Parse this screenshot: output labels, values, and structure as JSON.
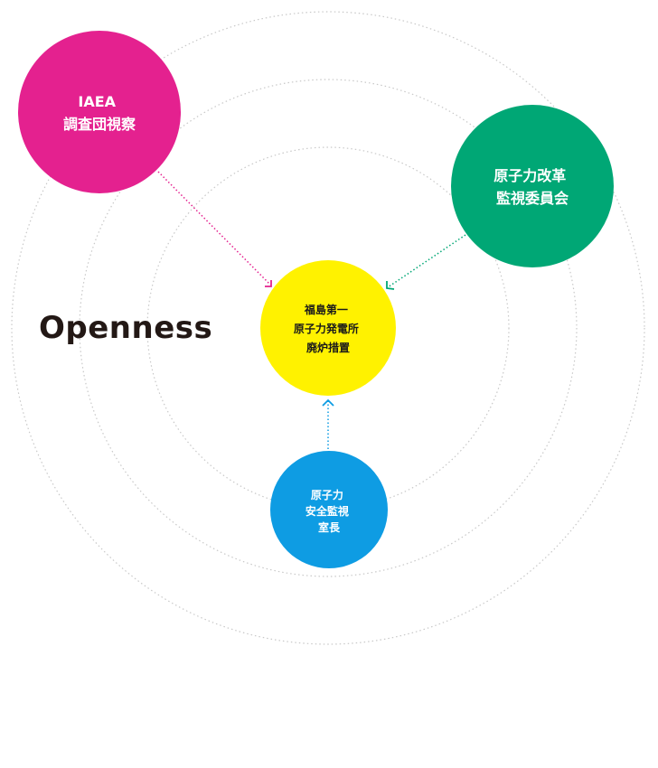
{
  "title": "Openness",
  "center": {
    "lines": [
      "福島第一",
      "原子力発電所",
      "廃炉措置"
    ],
    "color": "#fff200"
  },
  "nodes": [
    {
      "id": "iaea",
      "lines": [
        "IAEA",
        "調査団視察"
      ],
      "color": "#e4218f"
    },
    {
      "id": "reform",
      "lines": [
        "原子力改革",
        "監視委員会"
      ],
      "color": "#00a775"
    },
    {
      "id": "safety",
      "lines": [
        "原子力",
        "安全監視",
        "室長"
      ],
      "color": "#0e9ce3"
    }
  ],
  "colors": {
    "ring": "#c8c8c8",
    "iaea_arrow": "#e4218f",
    "reform_arrow": "#00a775",
    "safety_arrow": "#0e9ce3"
  }
}
